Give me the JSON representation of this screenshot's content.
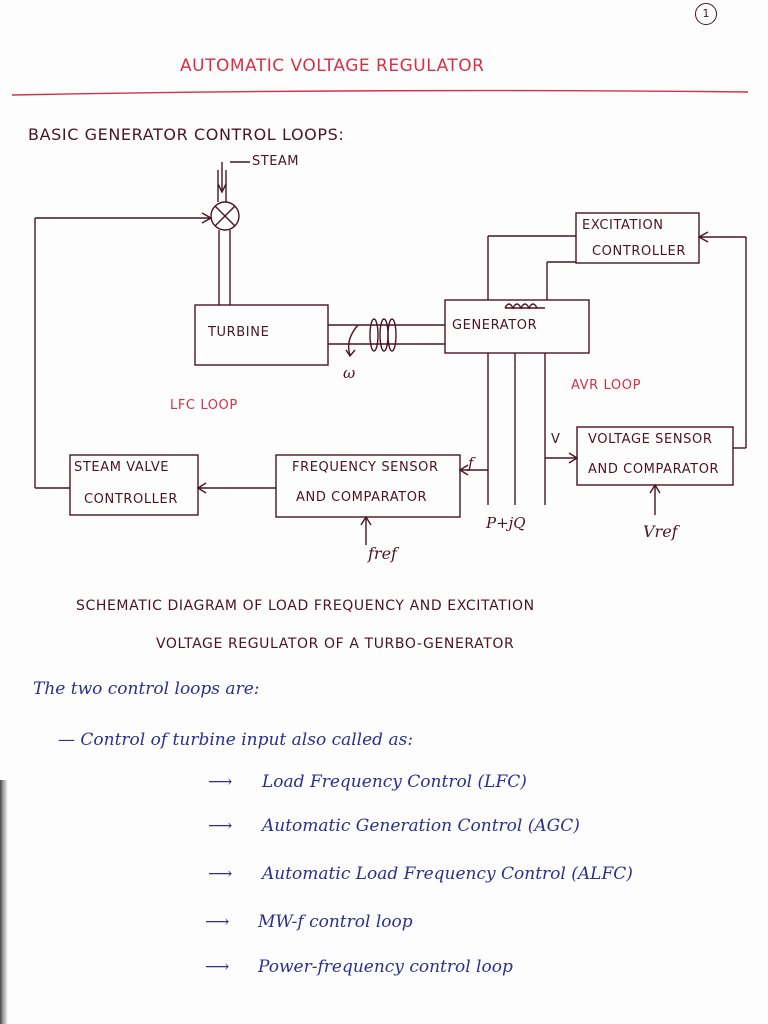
{
  "page_number": "1",
  "title": "AUTOMATIC VOLTAGE REGULATOR",
  "subtitle": "BASIC GENERATOR CONTROL LOOPS:",
  "diagram": {
    "steam": "STEAM",
    "turbine": "TURBINE",
    "generator": "GENERATOR",
    "excitation_controller": [
      "EXCITATION",
      "CONTROLLER"
    ],
    "voltage_sensor": [
      "VOLTAGE SENSOR",
      "AND COMPARATOR"
    ],
    "frequency_sensor": [
      "FREQUENCY SENSOR",
      "AND COMPARATOR"
    ],
    "steam_valve": [
      "STEAM VALVE",
      "CONTROLLER"
    ],
    "lfc_loop": "LFC LOOP",
    "avr_loop": "AVR LOOP",
    "omega": "ω",
    "f_label": "f",
    "v_label": "V",
    "pq_label": "P+jQ",
    "vref": "Vref",
    "fref": "fref"
  },
  "caption": {
    "line1": "SCHEMATIC DIAGRAM OF LOAD FREQUENCY AND EXCITATION",
    "line2": "VOLTAGE REGULATOR OF A TURBO-GENERATOR"
  },
  "notes": {
    "intro": "The two control loops are:",
    "item": "— Control of turbine input also called as:",
    "aliases": [
      "Load Frequency Control (LFC)",
      "Automatic Generation Control (AGC)",
      "Automatic Load Frequency Control (ALFC)",
      "MW-f control loop",
      "Power-frequency control loop"
    ]
  },
  "colors": {
    "ink": "#4a1420",
    "red_ink": "#d63049",
    "blue_ink": "#2d2f8c"
  }
}
